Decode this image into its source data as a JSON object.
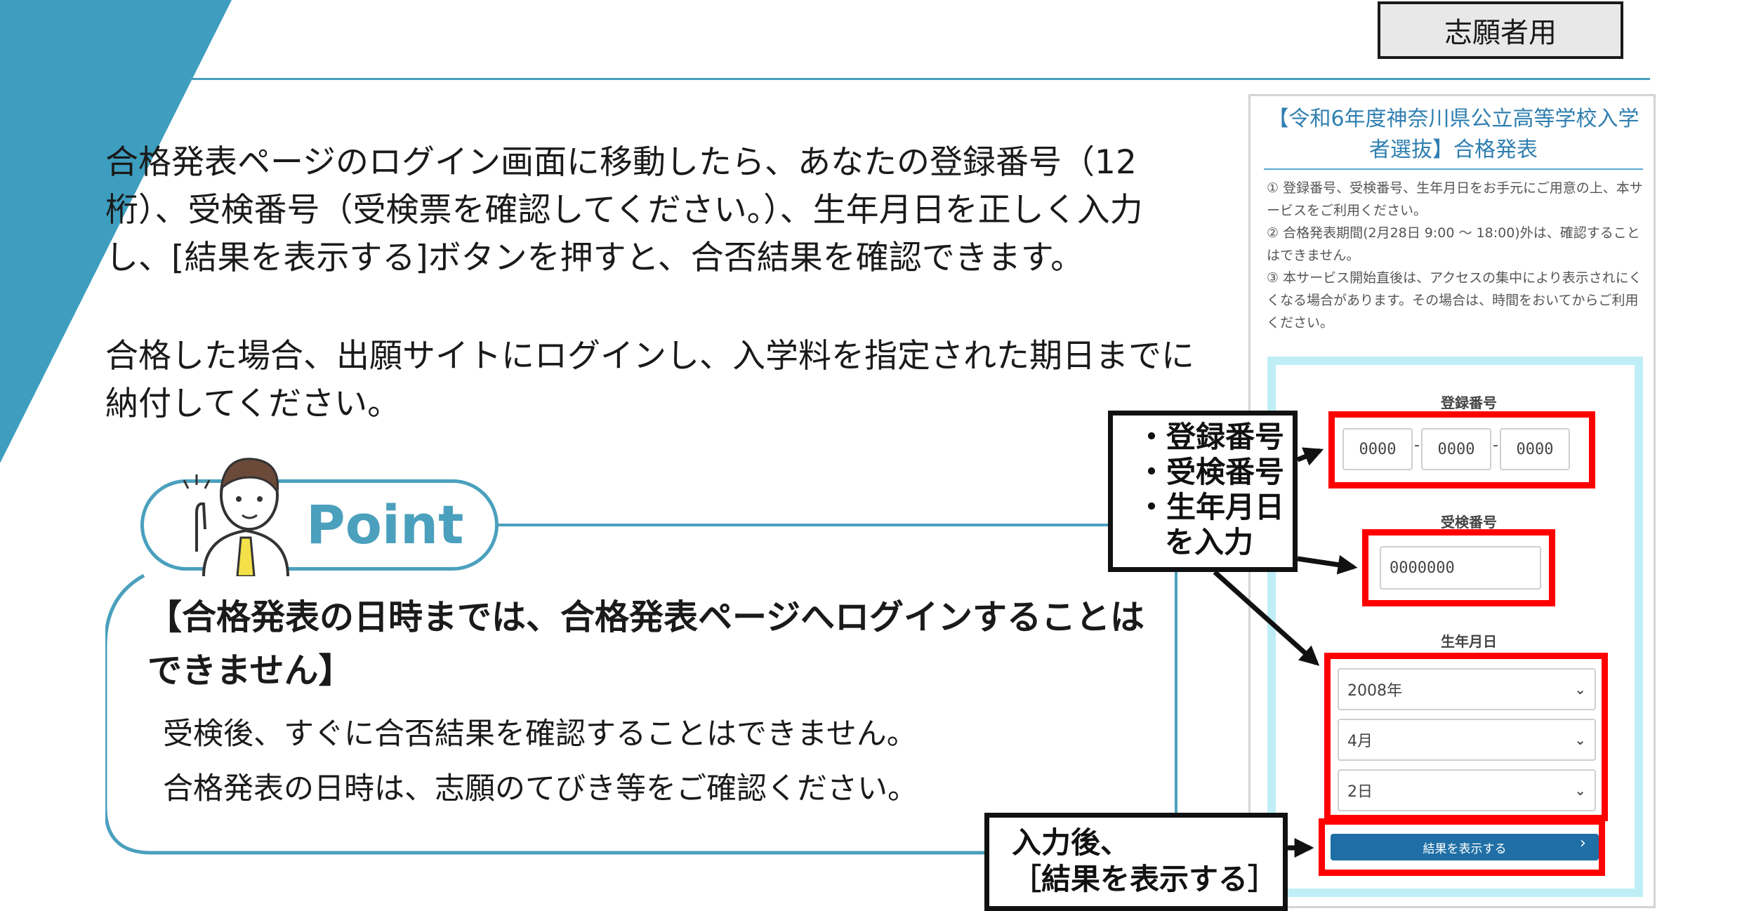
{
  "audience_tag": "志願者用",
  "para1": "合格発表ページのログイン画面に移動したら、あなたの登録番号（12 桁）、受検番号（受検票を確認してください。）、生年月日を正しく入力し、[結果を表示する]ボタンを押すと、合否結果を確認できます。",
  "para2": "合格した場合、出願サイトにログインし、入学料を指定された期日までに納付してください。",
  "point": {
    "label": "Point",
    "heading": "【合格発表の日時までは、合格発表ページへログインすることはできません】",
    "body1": "受検後、すぐに合否結果を確認することはできません。",
    "body2": "合格発表の日時は、志願のてびき等をご確認ください。"
  },
  "login": {
    "title": "【令和6年度神奈川県公立高等学校入学者選抜】合格発表",
    "notice1": "① 登録番号、受検番号、生年月日をお手元にご用意の上、本サービスをご利用ください。",
    "notice2": "② 合格発表期間(2月28日 9:00 ～ 18:00)外は、確認することはできません。",
    "notice3": "③ 本サービス開始直後は、アクセスの集中により表示されにくくなる場合があります。その場合は、時間をおいてからご利用ください。",
    "reg_label": "登録番号",
    "reg1": "0000",
    "reg2": "0000",
    "reg3": "0000",
    "dash": "-",
    "exam_label": "受検番号",
    "exam_value": "0000000",
    "birth_label": "生年月日",
    "year": "2008年",
    "month": "4月",
    "day": "2日",
    "chevron": "⌄",
    "submit": "結果を表示する",
    "submit_chevron": "›"
  },
  "callouts": {
    "line1": "・登録番号",
    "line2": "・受検番号",
    "line3": "・生年月日",
    "line4": "を入力",
    "submit1": "入力後、",
    "submit2": "［結果を表示する］"
  },
  "colors": {
    "accent": "#4aa0bd",
    "highlight": "#ff0000",
    "button": "#1f6fa6",
    "form_border": "#bfeef7"
  }
}
